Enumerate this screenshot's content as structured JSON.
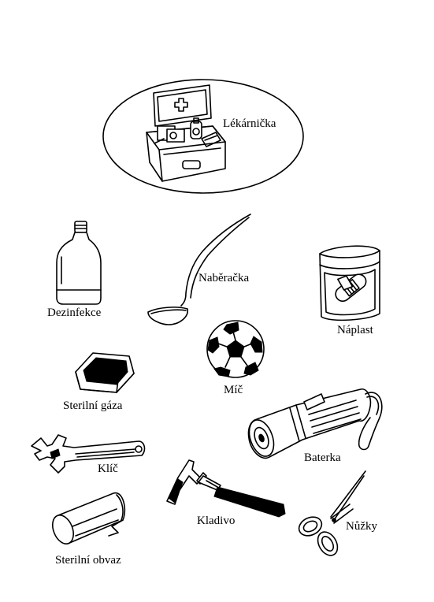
{
  "items": {
    "first_aid_kit": "Lékárnička",
    "disinfectant": "Dezinfekce",
    "ladle": "Naběračka",
    "plaster": "Náplast",
    "ball": "Míč",
    "gauze": "Sterilní gáza",
    "flashlight": "Baterka",
    "wrench": "Klíč",
    "hammer": "Kladivo",
    "scissors": "Nůžky",
    "bandage": "Sterilní obvaz"
  },
  "colors": {
    "ink": "#000000",
    "paper": "#ffffff"
  }
}
